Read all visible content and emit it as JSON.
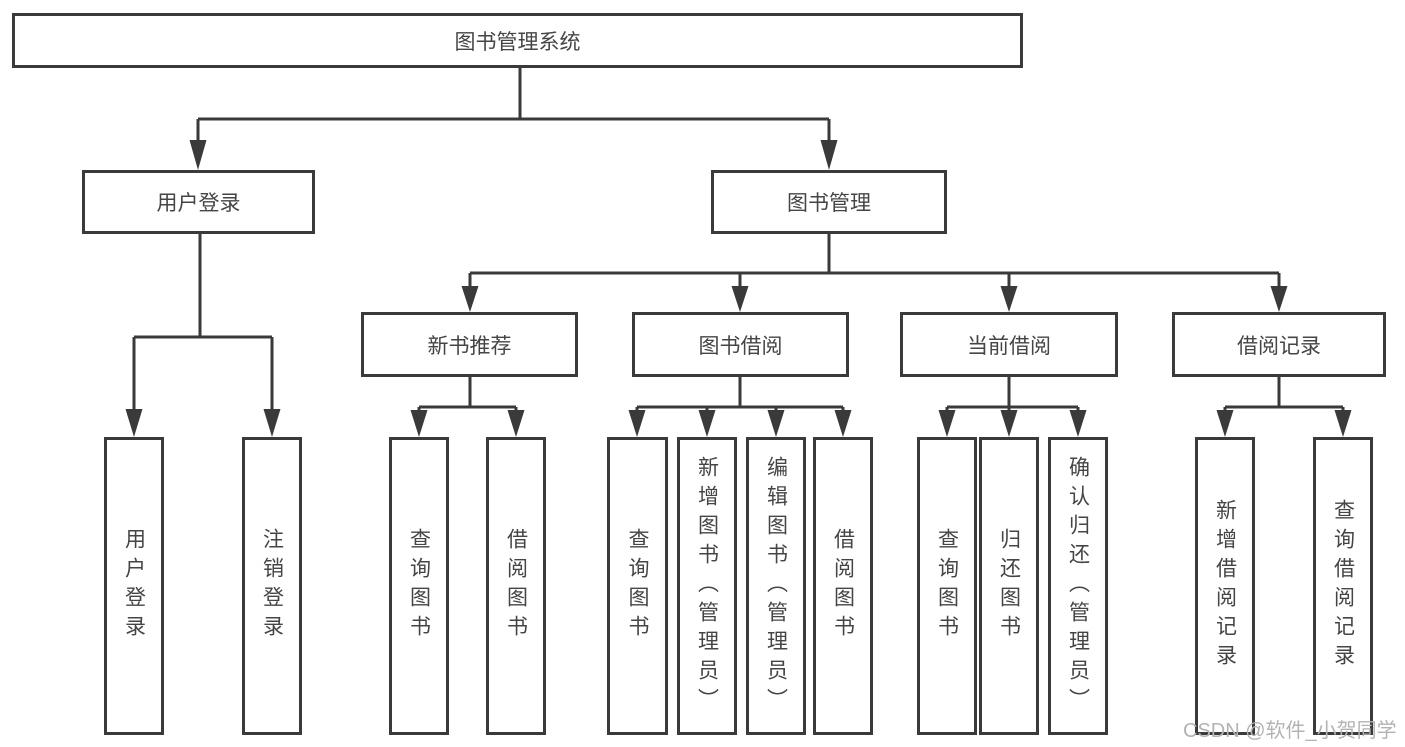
{
  "tree": {
    "root": "图书管理系统",
    "level2": [
      {
        "label": "用户登录",
        "children": [
          "用户登录",
          "注销登录"
        ]
      },
      {
        "label": "图书管理",
        "groups": [
          {
            "label": "新书推荐",
            "children": [
              "查询图书",
              "借阅图书"
            ]
          },
          {
            "label": "图书借阅",
            "children": [
              "查询图书",
              "新增图书（管理员）",
              "编辑图书（管理员）",
              "借阅图书"
            ]
          },
          {
            "label": "当前借阅",
            "children": [
              "查询图书",
              "归还图书",
              "确认归还（管理员）"
            ]
          },
          {
            "label": "借阅记录",
            "children": [
              "新增借阅记录",
              "查询借阅记录"
            ]
          }
        ]
      }
    ]
  },
  "watermark": {
    "text": "CSDN @软件_小贺同学"
  },
  "colors": {
    "line": "#3a3a3a",
    "box_border": "#3a3a3a",
    "text": "#454545",
    "watermark": "#b3b3b3",
    "background": "#ffffff"
  }
}
